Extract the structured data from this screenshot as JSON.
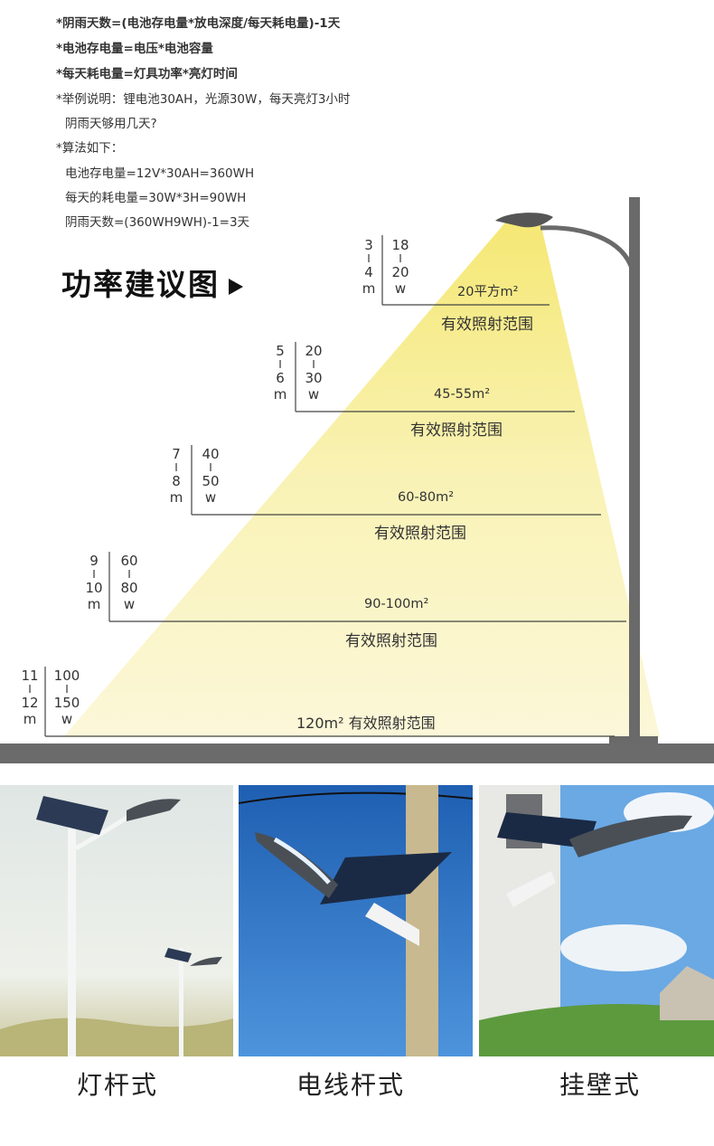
{
  "formulas": {
    "line1": "*阴雨天数=(电池存电量*放电深度/每天耗电量)-1天",
    "line2": "*电池存电量=电压*电池容量",
    "line3": "*每天耗电量=灯具功率*亮灯时间",
    "line4": "*举例说明：锂电池30AH，光源30W，每天亮灯3小时",
    "line5": "阴雨天够用几天?",
    "line6": "*算法如下：",
    "line7": "电池存电量=12V*30AH=360WH",
    "line8": "每天的耗电量=30W*3H=90WH",
    "line9": "阴雨天数=(360WH9WH)-1=3天"
  },
  "title": "功率建议图",
  "tiers": [
    {
      "h_top": "3",
      "h_bottom": "4",
      "h_unit": "m",
      "w_top": "18",
      "w_bottom": "20",
      "w_unit": "w",
      "area": "20平方m²",
      "desc": "有效照射范围"
    },
    {
      "h_top": "5",
      "h_bottom": "6",
      "h_unit": "m",
      "w_top": "20",
      "w_bottom": "30",
      "w_unit": "w",
      "area": "45-55m²",
      "desc": "有效照射范围"
    },
    {
      "h_top": "7",
      "h_bottom": "8",
      "h_unit": "m",
      "w_top": "40",
      "w_bottom": "50",
      "w_unit": "w",
      "area": "60-80m²",
      "desc": "有效照射范围"
    },
    {
      "h_top": "9",
      "h_bottom": "10",
      "h_unit": "m",
      "w_top": "60",
      "w_bottom": "80",
      "w_unit": "w",
      "area": "90-100m²",
      "desc": "有效照射范围"
    },
    {
      "h_top": "11",
      "h_bottom": "12",
      "h_unit": "m",
      "w_top": "100",
      "w_bottom": "150",
      "w_unit": "w",
      "area": "120m² 有效照射范围",
      "desc": ""
    }
  ],
  "separator": "I",
  "colors": {
    "pole": "#6a6a6a",
    "beam": "#f7ef9a",
    "ground": "#6b6b6b"
  },
  "installations": [
    {
      "label": "灯杆式",
      "icon": "pole-mounted-photo"
    },
    {
      "label": "电线杆式",
      "icon": "utility-pole-photo"
    },
    {
      "label": "挂壁式",
      "icon": "wall-mounted-photo"
    }
  ]
}
